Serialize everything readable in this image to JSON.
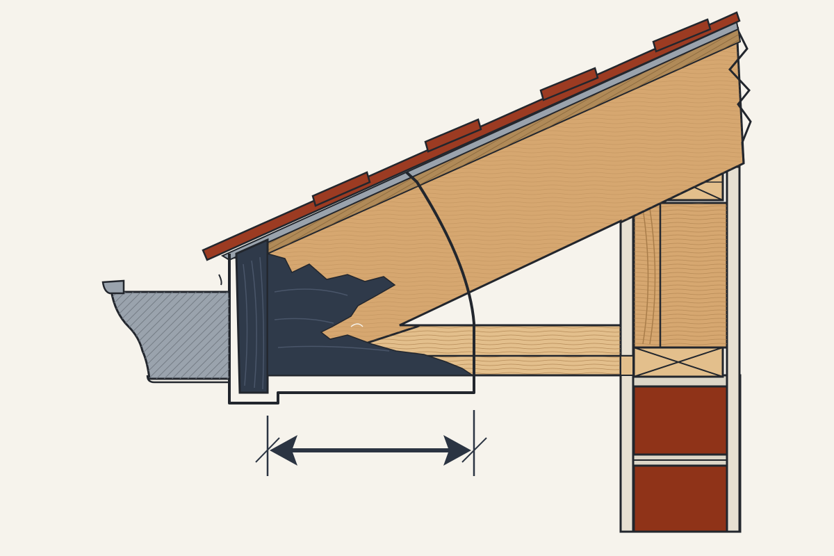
{
  "diagram": {
    "type": "roof eave cross-section",
    "labels": [],
    "parts": [
      {
        "id": "roof-tiles",
        "kind": "material",
        "color": "#9c3b22"
      },
      {
        "id": "roof-deck",
        "kind": "material",
        "color": "#b08a58"
      },
      {
        "id": "rafter",
        "kind": "wood",
        "color": "#d6a770"
      },
      {
        "id": "rafter-damage",
        "kind": "rot",
        "color": "#2f3a4a"
      },
      {
        "id": "ceiling-joist",
        "kind": "wood",
        "color": "#d6a770"
      },
      {
        "id": "fascia-board",
        "kind": "wood-rotted",
        "color": "#2f3a4a"
      },
      {
        "id": "gutter",
        "kind": "metal",
        "color": "#9aa3ad"
      },
      {
        "id": "wall-plate",
        "kind": "wood",
        "color": "#d6a770"
      },
      {
        "id": "wall-stud",
        "kind": "wood",
        "color": "#d6a770"
      },
      {
        "id": "brick-wall",
        "kind": "masonry",
        "color": "#8f3318"
      },
      {
        "id": "dimension-arrow",
        "kind": "annotation",
        "color": "#2b3442"
      }
    ],
    "colors": {
      "background": "#f6f3ec",
      "outline": "#22262d",
      "wood": "#d6a770",
      "wood_light": "#e3bf8c",
      "tile": "#9c3b22",
      "deck": "#b08a58",
      "metal": "#9aa3ad",
      "damage": "#2f3a4a",
      "brick": "#8f3318",
      "mortar": "#dcd6c8"
    }
  }
}
